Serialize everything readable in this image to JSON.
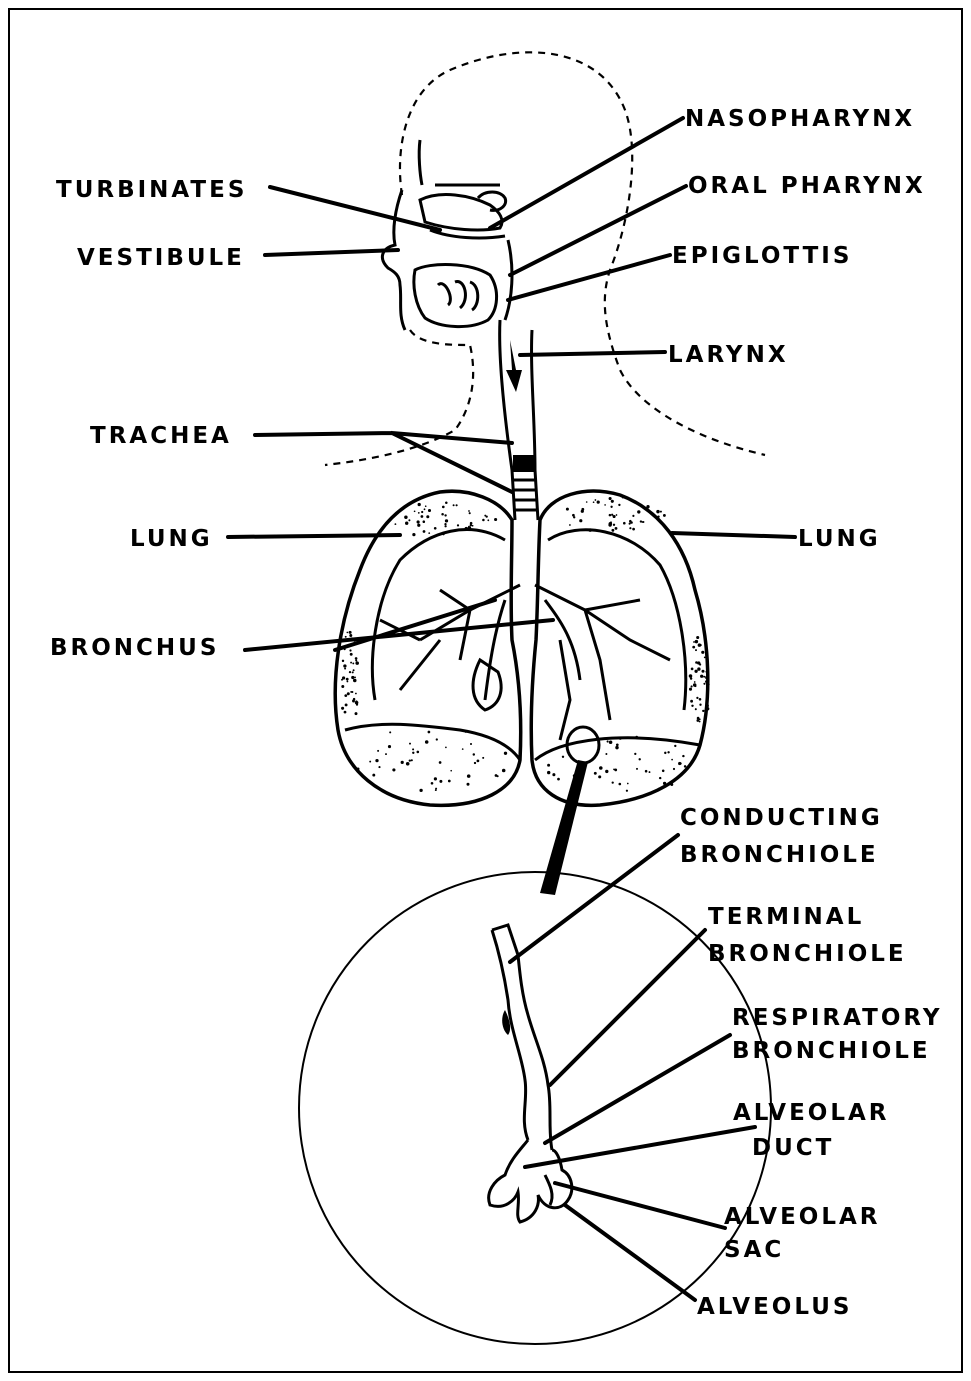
{
  "diagram": {
    "labels": {
      "nasopharynx": "NASOPHARYNX",
      "turbinates": "TURBINATES",
      "oral_pharynx": "ORAL PHARYNX",
      "vestibule": "VESTIBULE",
      "epiglottis": "EPIGLOTTIS",
      "larynx": "LARYNX",
      "trachea": "TRACHEA",
      "lung_left": "LUNG",
      "lung_right": "LUNG",
      "bronchus": "BRONCHUS",
      "conducting_1": "CONDUCTING",
      "conducting_2": "BRONCHIOLE",
      "terminal_1": "TERMINAL",
      "terminal_2": "BRONCHIOLE",
      "respiratory_1": "RESPIRATORY",
      "respiratory_2": "BRONCHIOLE",
      "alveolar_duct_1": "ALVEOLAR",
      "alveolar_duct_2": "DUCT",
      "alveolar_sac_1": "ALVEOLAR",
      "alveolar_sac_2": "SAC",
      "alveolus": "ALVEOLUS"
    }
  }
}
